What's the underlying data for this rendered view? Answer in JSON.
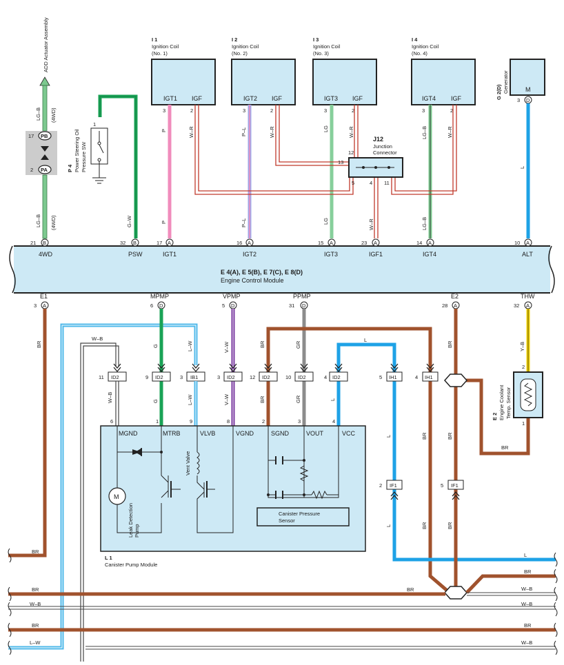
{
  "colors": {
    "box_fill": "#cde9f5",
    "box_stroke": "#222222",
    "LG_B": "#7dc98f",
    "G": "#1aa356",
    "P": "#f08cbc",
    "P_L": "#9fa8e8",
    "W_R": "#c0392b",
    "LG": "#86cf9b",
    "L": "#1ea2e6",
    "BR": "#a0522d",
    "V_W": "#7a3aa0",
    "GR": "#8c8c8c",
    "Y_B": "#f0d000",
    "W_B": "#444444",
    "L_W": "#4fb8ea",
    "connector_gray": "#cccccc"
  },
  "add_actuator": {
    "title": "ADD Actuator Assembly",
    "wire_top": "LG–B",
    "wire_top_sub": "(4WD)",
    "pin_upper_num": "17",
    "pin_upper": "PB",
    "pin_lower_num": "2",
    "pin_lower": "PA",
    "wire_bottom": "LG–B",
    "wire_bottom_sub": "(4WD)"
  },
  "power_steering": {
    "ref": "P 4",
    "name": "Power Steering Oil",
    "name2": "Pressure SW",
    "pin": "1",
    "wire": "G–W"
  },
  "ignition_coils": [
    {
      "ref": "I 1",
      "name": "Ignition Coil",
      "num": "(No. 1)",
      "pin_a": "IGT1",
      "pin_b": "IGF",
      "n_a": "3",
      "n_b": "2",
      "wire_a": "P",
      "wire_b": "W–R"
    },
    {
      "ref": "I 2",
      "name": "Ignition Coil",
      "num": "(No. 2)",
      "pin_a": "IGT2",
      "pin_b": "IGF",
      "n_a": "3",
      "n_b": "2",
      "wire_a": "P–L",
      "wire_b": "W–R"
    },
    {
      "ref": "I 3",
      "name": "Ignition Coil",
      "num": "(No. 3)",
      "pin_a": "IGT3",
      "pin_b": "IGF",
      "n_a": "3",
      "n_b": "2",
      "wire_a": "LG",
      "wire_b": "W–R"
    },
    {
      "ref": "I 4",
      "name": "Ignition Coil",
      "num": "(No. 4)",
      "pin_a": "IGT4",
      "pin_b": "IGF",
      "n_a": "3",
      "n_b": "2",
      "wire_a": "LG–B",
      "wire_b": "W–R"
    }
  ],
  "junction": {
    "ref": "J12",
    "name": "Junction",
    "name2": "Connector",
    "pins": [
      "12",
      "13",
      "5",
      "4",
      "11"
    ]
  },
  "generator": {
    "ref": "G 2(D)",
    "name": "Generator",
    "pin_label": "M",
    "pin_num": "3",
    "pin_letter": "D",
    "wire": "L"
  },
  "ecm": {
    "title": "E 4(A), E 5(B), E 7(C), E 8(D)",
    "subtitle": "Engine Control Module",
    "top_pins": [
      {
        "num": "21",
        "letter": "B",
        "label": "4WD",
        "wire": "LG–B",
        "wire_sub": "(4WD)"
      },
      {
        "num": "32",
        "letter": "B",
        "label": "PSW",
        "wire": "G–W"
      },
      {
        "num": "17",
        "letter": "A",
        "label": "IGT1",
        "wire": "P"
      },
      {
        "num": "16",
        "letter": "A",
        "label": "IGT2",
        "wire": "P–L"
      },
      {
        "num": "15",
        "letter": "A",
        "label": "IGT3",
        "wire": "LG"
      },
      {
        "num": "23",
        "letter": "A",
        "label": "IGF1",
        "wire": "W–R"
      },
      {
        "num": "14",
        "letter": "A",
        "label": "IGT4",
        "wire": "LG–B"
      },
      {
        "num": "10",
        "letter": "A",
        "label": "ALT",
        "wire": "L"
      }
    ],
    "bottom_pins": [
      {
        "num": "3",
        "letter": "A",
        "label": "E1"
      },
      {
        "num": "6",
        "letter": "D",
        "label": "MPMP"
      },
      {
        "num": "5",
        "letter": "D",
        "label": "VPMP"
      },
      {
        "num": "31",
        "letter": "D",
        "label": "PPMP"
      },
      {
        "num": "28",
        "letter": "A",
        "label": "E2"
      },
      {
        "num": "32",
        "letter": "A",
        "label": "THW"
      }
    ]
  },
  "connectors": [
    {
      "num": "11",
      "name": "ID2",
      "wire": "W–B",
      "top_wire": "W–B"
    },
    {
      "num": "9",
      "name": "ID2",
      "wire": "G",
      "top_wire": "G"
    },
    {
      "num": "3",
      "name": "IB1",
      "wire": "L–W",
      "top_wire": "L–W"
    },
    {
      "num": "3",
      "name": "ID2",
      "wire": "V–W",
      "top_wire": "V–W"
    },
    {
      "num": "12",
      "name": "ID2",
      "wire": "BR",
      "top_wire": "BR"
    },
    {
      "num": "10",
      "name": "ID2",
      "wire": "GR",
      "top_wire": "GR"
    },
    {
      "num": "4",
      "name": "ID2",
      "wire": "L",
      "top_wire": "L"
    },
    {
      "num": "5",
      "name": "IH1"
    },
    {
      "num": "4",
      "name": "IH1"
    }
  ],
  "canister_module": {
    "ref": "L 1",
    "name": "Canister Pump Module",
    "pins": [
      {
        "num": "6",
        "label": "MGND"
      },
      {
        "num": "1",
        "label": "MTRB"
      },
      {
        "num": "9",
        "label": "VLVB"
      },
      {
        "num": "8",
        "label": "VGND"
      },
      {
        "num": "2",
        "label": "SGND"
      },
      {
        "num": "3",
        "label": "VOUT"
      },
      {
        "num": "4",
        "label": "VCC"
      }
    ],
    "pump_label": "Leak Detection",
    "pump_label2": "Pump",
    "motor": "M",
    "valve_label": "Vent Valve",
    "sensor_label": "Canister Pressure",
    "sensor_label2": "Sensor"
  },
  "coolant_sensor": {
    "ref": "E 2",
    "name": "Engine Coolant",
    "name2": "Temp. Sensor",
    "pin_top": "2",
    "pin_bottom": "1",
    "wire_top": "Y–B",
    "wire_bottom": "BR"
  },
  "if1_connectors": [
    {
      "num": "2",
      "name": "IF1"
    },
    {
      "num": "5",
      "name": "IF1"
    }
  ],
  "wire_labels": {
    "e1": "BR",
    "ppmp_l": "L",
    "ih1_a": "L",
    "ih1_b": "BR",
    "e2": "BR",
    "if1_a": "L",
    "if1_b": "BR",
    "if1_c": "BR",
    "coolant_out": "BR"
  },
  "bus": [
    {
      "left": "BR",
      "right": "L"
    },
    {
      "left": "",
      "right": "BR"
    },
    {
      "left": "BR",
      "mid": "BR",
      "right": "W–B"
    },
    {
      "left": "W–B",
      "right": "W–B"
    },
    {
      "left": "BR",
      "right": "BR"
    },
    {
      "left": "L–W",
      "right": "W–B"
    }
  ]
}
